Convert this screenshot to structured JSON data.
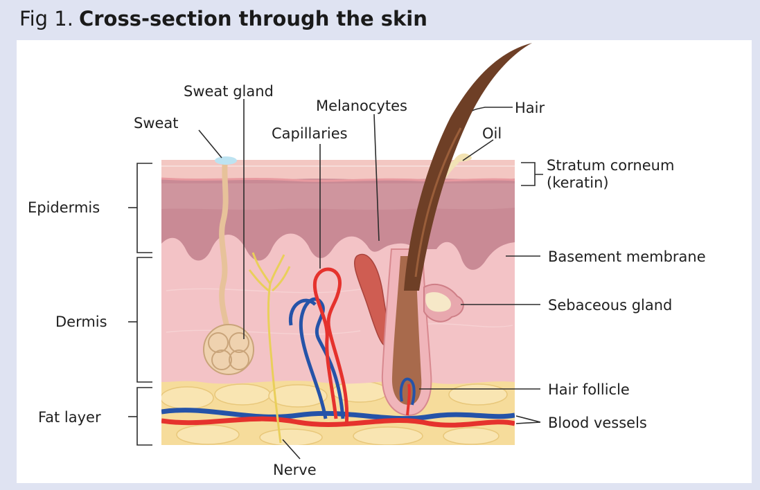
{
  "figure": {
    "prefix": "Fig 1.",
    "title": "Cross-section through the skin"
  },
  "labels": {
    "sweat_gland": "Sweat gland",
    "melanocytes": "Melanocytes",
    "hair": "Hair",
    "sweat": "Sweat",
    "capillaries": "Capillaries",
    "oil": "Oil",
    "stratum_corneum_1": "Stratum corneum",
    "stratum_corneum_2": "(keratin)",
    "epidermis": "Epidermis",
    "basement_membrane": "Basement membrane",
    "sebaceous_gland": "Sebaceous gland",
    "dermis": "Dermis",
    "hair_follicle": "Hair follicle",
    "fat_layer": "Fat layer",
    "blood_vessels": "Blood vessels",
    "nerve": "Nerve"
  },
  "colors": {
    "background": "#dfe3f2",
    "stratum_corneum": "#f3c7c2",
    "epidermis": "#c98a95",
    "dermis": "#f3c3c6",
    "fat": "#f6dc9b",
    "artery": "#e5322d",
    "vein": "#2553a8",
    "hair": "#6e3f26",
    "nerve": "#e9cf5a",
    "sweat_gland": "#e7c29a"
  }
}
